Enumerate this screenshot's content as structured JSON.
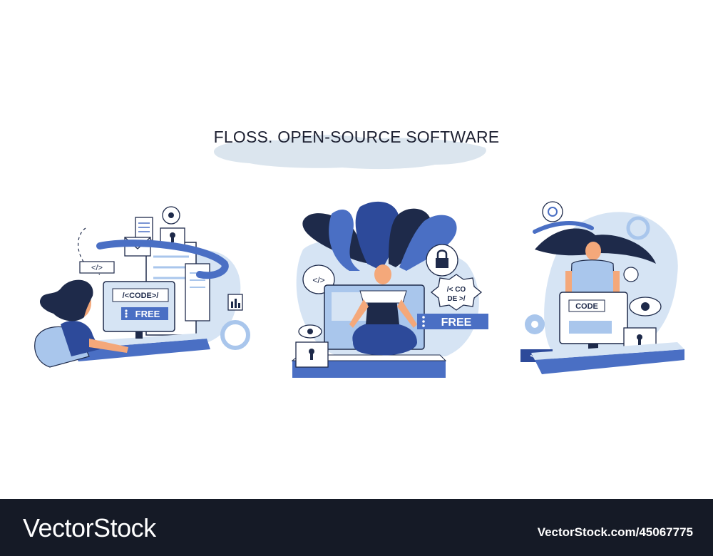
{
  "title": "FLOSS. OPEN-SOURCE SOFTWARE",
  "footer": {
    "brand": "VectorStock",
    "url": "VectorStock.com/45067775"
  },
  "colors": {
    "navy": "#1e2a4a",
    "blue": "#4a6fc4",
    "light_blue": "#a9c6ec",
    "pale_blue": "#d6e4f4",
    "cloud": "#dbe5ee",
    "footer_bg": "#151a26"
  },
  "scenes": [
    {
      "name": "developer-at-desk",
      "labels": {
        "code": "/<CODE>/",
        "free": "FREE",
        "tag": "</>"
      }
    },
    {
      "name": "meditating-woman",
      "labels": {
        "code_top": "/< CO",
        "code_bottom": "DE >/",
        "free": "FREE",
        "tag": "</>"
      }
    },
    {
      "name": "woman-with-monitor",
      "labels": {
        "code": "CODE",
        "tag": "</>"
      }
    }
  ]
}
